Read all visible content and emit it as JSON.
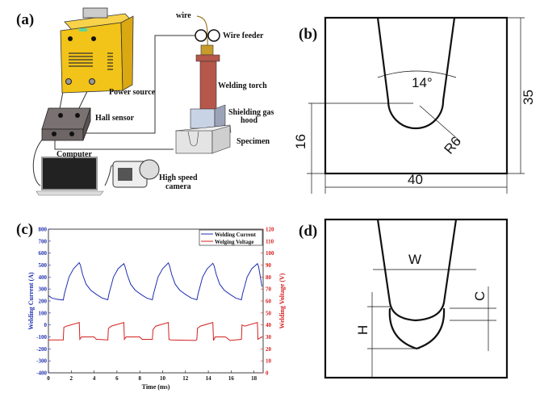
{
  "panels": {
    "a": {
      "label": "(a)",
      "labels": {
        "wire": "wire",
        "wire_feeder": "Wire feeder",
        "power_source": "Power source",
        "welding_torch": "Welding torch",
        "hall_sensor": "Hall sensor",
        "shielding_gas_1": "Shielding gas",
        "shielding_gas_2": "hood",
        "specimen": "Specimen",
        "computer": "Computer",
        "camera_1": "High speed",
        "camera_2": "camera"
      },
      "colors": {
        "power_source": "#f2c318",
        "torch": "#b5574a",
        "hall_sensor": "#6e6565",
        "hood": "#c9d3e6",
        "specimen": "#e4e4e4"
      }
    },
    "b": {
      "label": "(b)",
      "angle": "14°",
      "radius": "R6",
      "height": "35",
      "depth": "16",
      "width": "40"
    },
    "c": {
      "label": "(c)"
    },
    "d": {
      "label": "(d)",
      "w": "W",
      "c": "C",
      "h": "H"
    }
  },
  "chart_data": {
    "type": "line",
    "xlabel": "Time (ms)",
    "ylabel": "Welding Current (A)",
    "y2label": "Welding Voltage (V)",
    "xlim": [
      0,
      18.8
    ],
    "ylim": [
      -400,
      800
    ],
    "y2lim": [
      0,
      120
    ],
    "xticks": [
      0,
      2,
      4,
      6,
      8,
      10,
      12,
      14,
      16,
      18
    ],
    "yticks": [
      -400,
      -300,
      -200,
      -100,
      0,
      100,
      200,
      300,
      400,
      500,
      600,
      700,
      800
    ],
    "y2ticks": [
      0,
      10,
      20,
      30,
      40,
      50,
      60,
      70,
      80,
      90,
      100,
      110,
      120
    ],
    "legend": "top-right",
    "grid": false,
    "series": [
      {
        "name": "Welding Current",
        "axis": "left",
        "color": "#1f2fb0",
        "x": [
          0,
          0.3,
          0.7,
          1.3,
          1.4,
          1.8,
          2.2,
          2.7,
          2.8,
          3.0,
          3.3,
          3.7,
          4.2,
          4.7,
          5.2,
          5.3,
          5.7,
          6.1,
          6.6,
          6.7,
          6.9,
          7.2,
          7.6,
          8.1,
          8.6,
          9.1,
          9.2,
          9.6,
          10.0,
          10.5,
          10.6,
          10.8,
          11.1,
          11.5,
          12.0,
          12.5,
          13.0,
          13.1,
          13.5,
          13.9,
          14.4,
          14.5,
          14.7,
          15.0,
          15.4,
          15.9,
          16.4,
          16.9,
          17.0,
          17.4,
          17.8,
          18.3,
          18.4,
          18.7
        ],
        "y": [
          245,
          225,
          215,
          208,
          260,
          400,
          470,
          520,
          500,
          420,
          340,
          290,
          255,
          225,
          210,
          260,
          400,
          470,
          512,
          490,
          420,
          340,
          290,
          255,
          225,
          210,
          260,
          400,
          470,
          518,
          495,
          420,
          340,
          290,
          255,
          225,
          210,
          260,
          400,
          470,
          515,
          495,
          420,
          340,
          290,
          255,
          225,
          210,
          260,
          400,
          470,
          512,
          490,
          320
        ]
      },
      {
        "name": "Welging Voltage",
        "axis": "right",
        "color": "#d42020",
        "x": [
          0,
          1.3,
          1.35,
          1.6,
          2.7,
          2.75,
          2.9,
          4.0,
          4.2,
          5.2,
          5.25,
          5.5,
          6.6,
          6.65,
          6.8,
          8.0,
          8.2,
          9.1,
          9.15,
          9.4,
          10.5,
          10.55,
          10.7,
          12.9,
          13.0,
          13.05,
          13.3,
          14.4,
          14.45,
          14.6,
          15.5,
          15.9,
          16.9,
          16.95,
          17.2,
          18.3,
          18.35,
          18.5,
          18.7
        ],
        "y": [
          27.5,
          27.5,
          38,
          39,
          42,
          28,
          30,
          30,
          28,
          27.5,
          37,
          39,
          42,
          28,
          30,
          30,
          28,
          28,
          36,
          39,
          42,
          28,
          27.5,
          27,
          28,
          37,
          39,
          42,
          27,
          30,
          30,
          27,
          28,
          40,
          39,
          42,
          28,
          29,
          30
        ]
      }
    ]
  }
}
